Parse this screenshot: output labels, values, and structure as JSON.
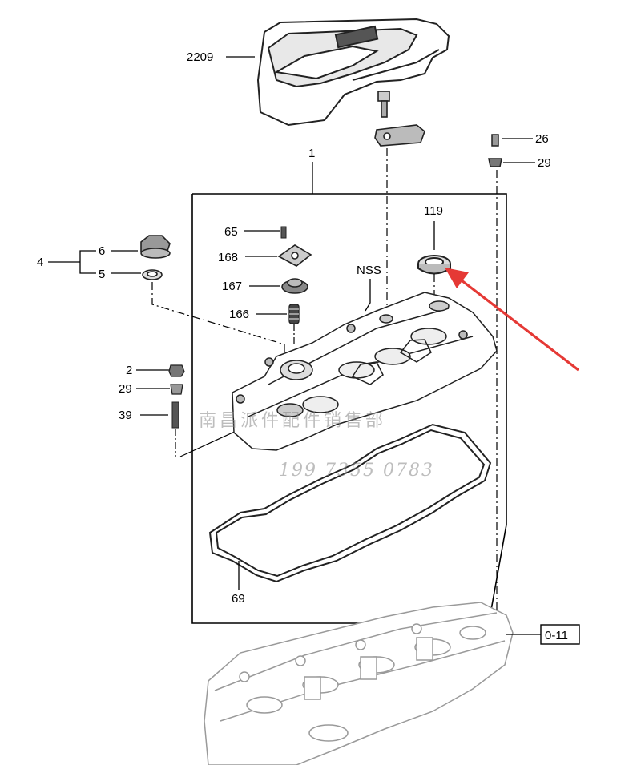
{
  "diagram": {
    "callouts": {
      "c2209": "2209",
      "c1": "1",
      "c26": "26",
      "c29_top": "29",
      "c119": "119",
      "c65": "65",
      "c168": "168",
      "c6": "6",
      "c4": "4",
      "c5": "5",
      "c167": "167",
      "c166": "166",
      "cNSS": "NSS",
      "c2": "2",
      "c29_left": "29",
      "c39": "39",
      "c69": "69",
      "ref": "0-11"
    },
    "watermark": {
      "text": "南昌派件配件销售部",
      "phone": "199 7355 0783"
    },
    "colors": {
      "line": "#000000",
      "part_outline": "#222222",
      "head_outline": "#9a9a9a",
      "arrow": "#e53935"
    }
  }
}
